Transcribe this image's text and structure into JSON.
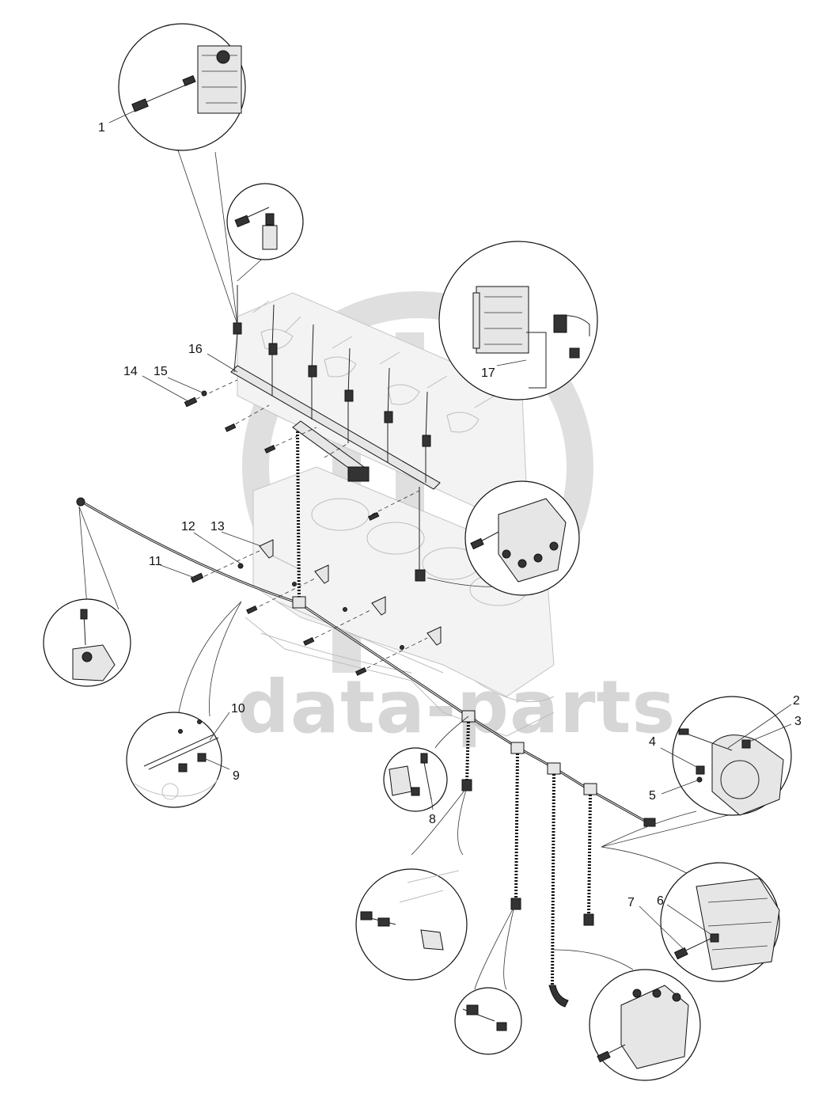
{
  "watermark": {
    "text": "data-parts"
  },
  "callouts": [
    {
      "id": "1",
      "label": "1"
    },
    {
      "id": "2",
      "label": "2"
    },
    {
      "id": "3",
      "label": "3"
    },
    {
      "id": "4",
      "label": "4"
    },
    {
      "id": "5",
      "label": "5"
    },
    {
      "id": "6",
      "label": "6"
    },
    {
      "id": "7",
      "label": "7"
    },
    {
      "id": "8",
      "label": "8"
    },
    {
      "id": "9",
      "label": "9"
    },
    {
      "id": "10",
      "label": "10"
    },
    {
      "id": "11",
      "label": "11"
    },
    {
      "id": "12",
      "label": "12"
    },
    {
      "id": "13",
      "label": "13"
    },
    {
      "id": "14",
      "label": "14"
    },
    {
      "id": "15",
      "label": "15"
    },
    {
      "id": "16",
      "label": "16"
    },
    {
      "id": "17",
      "label": "17"
    }
  ],
  "colors": {
    "line": "#222222",
    "watermark": "#c9c9c9",
    "background": "#ffffff"
  }
}
